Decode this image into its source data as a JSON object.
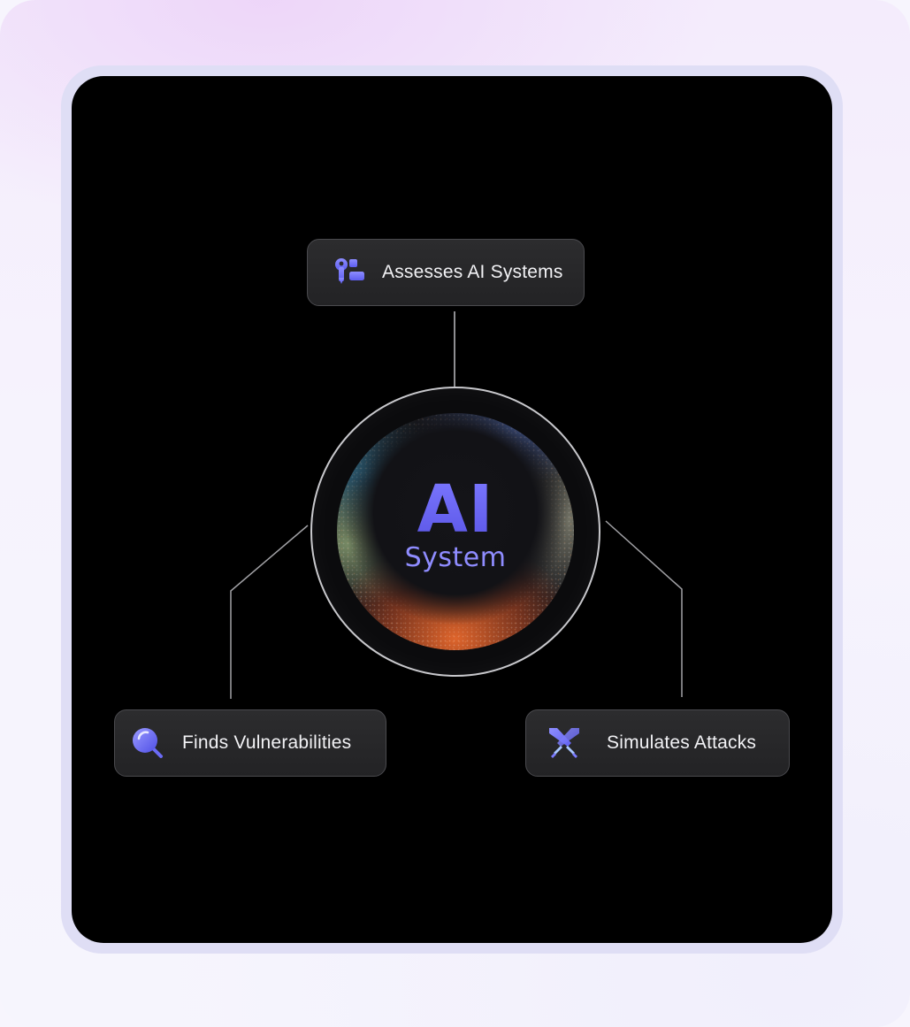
{
  "center": {
    "title": "AI",
    "subtitle": "System"
  },
  "nodes": [
    {
      "label": "Assesses AI Systems",
      "icon": "key-list-icon"
    },
    {
      "label": "Finds Vulnerabilities",
      "icon": "magnifier-icon"
    },
    {
      "label": "Simulates Attacks",
      "icon": "crossed-swords-icon"
    }
  ],
  "colors": {
    "accent": "#6b66f2",
    "icon_accent": "#7b7bff",
    "panel_bg": "#000000",
    "node_bg": "#2a2a2c",
    "connector": "#bdbdc2"
  }
}
